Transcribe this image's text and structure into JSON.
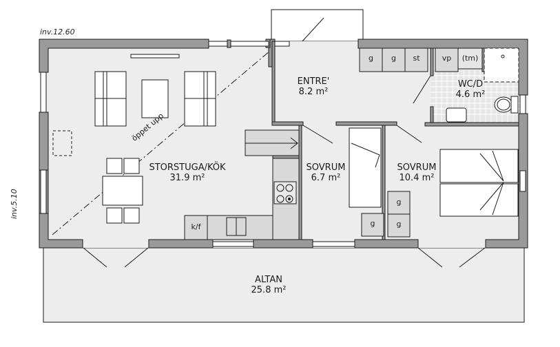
{
  "plan": {
    "dimensions": {
      "width_label": "inv.12.60",
      "depth_label": "inv.5.10"
    },
    "rooms": [
      {
        "name": "STORSTUGA/KÖK",
        "area": "31.9  m²"
      },
      {
        "name": "ENTRE'",
        "area": "8.2  m²"
      },
      {
        "name": "WC/D",
        "area": "4.6  m²"
      },
      {
        "name": "SOVRUM",
        "area": "6.7  m²"
      },
      {
        "name": "SOVRUM",
        "area": "10.4  m²"
      },
      {
        "name": "ALTAN",
        "area": "25.8  m²"
      }
    ],
    "annotations": {
      "open_ceiling": "öppet upp"
    },
    "storage_tags": {
      "hall_1": "g",
      "hall_2": "g",
      "hall_3": "st",
      "hall_4": "vp",
      "hall_5": "(tm)",
      "kitchen_fridge": "k/f",
      "bedroom1_wardrobe": "g",
      "bedroom2_wardrobe_top": "g",
      "bedroom2_wardrobe_bottom": "g"
    },
    "colors": {
      "wall": "#9a9a9a",
      "floor": "#ededed",
      "cabinet": "#d9d9d9",
      "furniture": "#ffffff",
      "line": "#1a1a1a"
    }
  }
}
